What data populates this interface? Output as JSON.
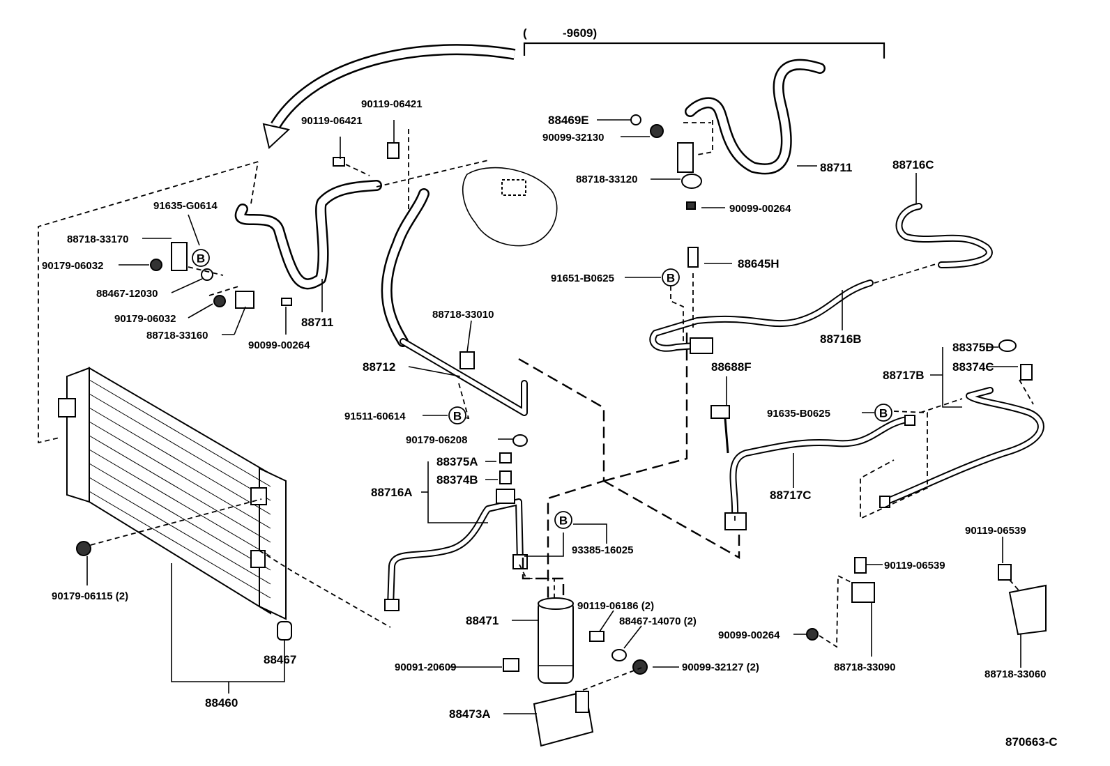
{
  "date_bracket": {
    "open": "(",
    "code": "-9609)"
  },
  "diagram_code": "870663-C",
  "ref_mark": "B",
  "labels": {
    "p90119_06421_a": "90119-06421",
    "p90119_06421_b": "90119-06421",
    "p88469E": "88469E",
    "p90099_32130": "90099-32130",
    "p88718_33120": "88718-33120",
    "p88711_top": "88711",
    "p88716C": "88716C",
    "p90099_00264_top": "90099-00264",
    "p91635_G0614": "91635-G0614",
    "p88718_33170": "88718-33170",
    "p90179_06032_a": "90179-06032",
    "p88467_12030": "88467-12030",
    "p90179_06032_b": "90179-06032",
    "p88718_33160": "88718-33160",
    "p90099_00264_mid": "90099-00264",
    "p88711_left": "88711",
    "p88645H": "88645H",
    "p91651_B0625": "91651-B0625",
    "p88716B": "88716B",
    "p88718_33010": "88718-33010",
    "p88712": "88712",
    "p91511_60614": "91511-60614",
    "p90179_06208": "90179-06208",
    "p88688F": "88688F",
    "p88375D": "88375D",
    "p88374C": "88374C",
    "p88717B": "88717B",
    "p91635_B0625": "91635-B0625",
    "p88375A": "88375A",
    "p88374B": "88374B",
    "p88716A": "88716A",
    "p88717C": "88717C",
    "p93385_16025": "93385-16025",
    "p90179_06115": "90179-06115 (2)",
    "p90119_06186": "90119-06186 (2)",
    "p88467_14070": "88467-14070 (2)",
    "p88471": "88471",
    "p90099_00264_low": "90099-00264",
    "p90119_06539_a": "90119-06539",
    "p90119_06539_b": "90119-06539",
    "p88467": "88467",
    "p90091_20609": "90091-20609",
    "p90099_32127": "90099-32127 (2)",
    "p88718_33090": "88718-33090",
    "p88718_33060": "88718-33060",
    "p88460": "88460",
    "p88473A": "88473A"
  }
}
